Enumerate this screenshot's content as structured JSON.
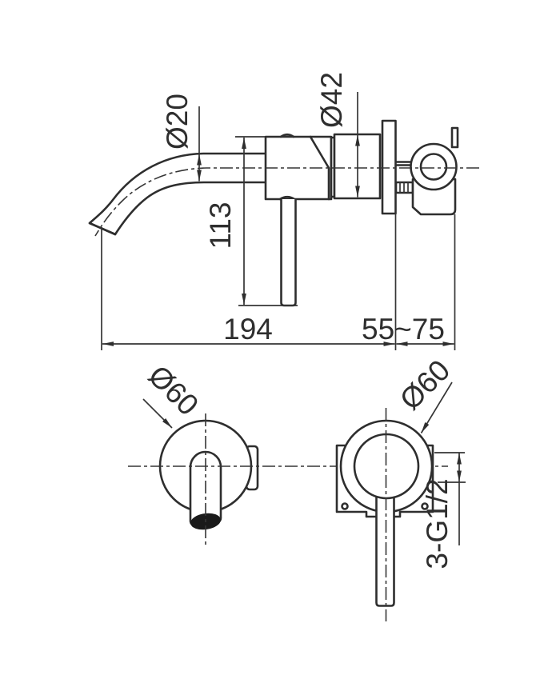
{
  "drawing_type": "faucet installation technical drawing",
  "colors": {
    "line": "#2e2e2e",
    "background": "#ffffff",
    "spout_opening_fill": "#1a1a1a"
  },
  "views": {
    "side": {
      "labels": {
        "spout_diameter": "Ø20",
        "cartridge_diameter": "Ø42",
        "handle_length": "113",
        "spout_reach": "194",
        "wall_depth_range": "55~75"
      }
    },
    "front_spout": {
      "labels": {
        "flange_diameter": "Ø60"
      }
    },
    "front_handle": {
      "labels": {
        "flange_diameter": "Ø60",
        "thread_spec": "3-G1/2"
      }
    }
  }
}
